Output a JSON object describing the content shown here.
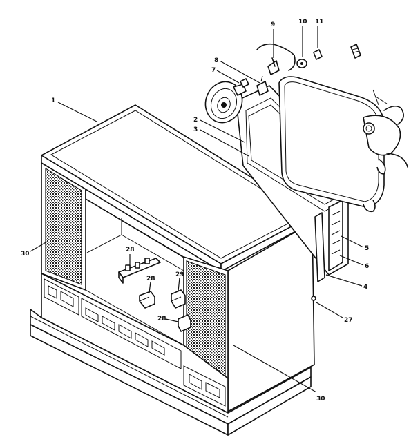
{
  "diagram": {
    "part_numbers": {
      "p1": "1",
      "p2": "2",
      "p3": "3",
      "p4": "4",
      "p5": "5",
      "p6": "6",
      "p7": "7",
      "p8": "8",
      "p9": "9",
      "p10": "10",
      "p11": "11",
      "p27": "27",
      "p28a": "28",
      "p28b": "28",
      "p28c": "28",
      "p29": "29",
      "p30a": "30",
      "p30b": "30"
    },
    "colors": {
      "ink": "#111111",
      "paper": "#ffffff"
    }
  }
}
